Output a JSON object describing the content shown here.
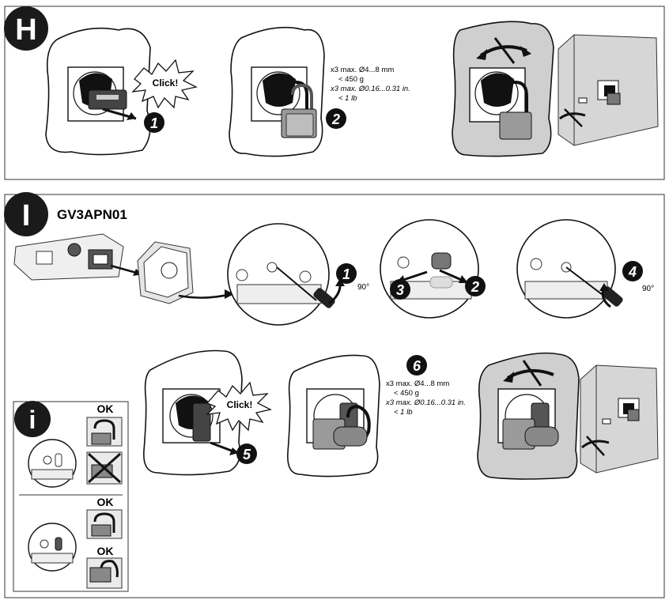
{
  "section_h": {
    "badge": "H",
    "click_label": "Click!",
    "step1": "1",
    "step2": "2",
    "spec": {
      "line1": "x3 max. Ø4...8 mm",
      "line2": "< 450 g",
      "line3": "x3 max. Ø0.16...0.31 in.",
      "line4": "< 1 lb"
    }
  },
  "section_i": {
    "badge": "I",
    "title": "GV3APN01",
    "step1": "1",
    "step2": "2",
    "step3": "3",
    "step4": "4",
    "step5": "5",
    "step6": "6",
    "angle1": "90°",
    "angle4": "90°",
    "click_label": "Click!",
    "spec": {
      "line1": "x3 max. Ø4...8 mm",
      "line2": "< 450 g",
      "line3": "x3 max. Ø0.16...0.31 in.",
      "line4": "< 1 lb"
    }
  },
  "info_box": {
    "badge": "i",
    "ok1": "OK",
    "ok2": "OK",
    "ok3": "OK"
  }
}
